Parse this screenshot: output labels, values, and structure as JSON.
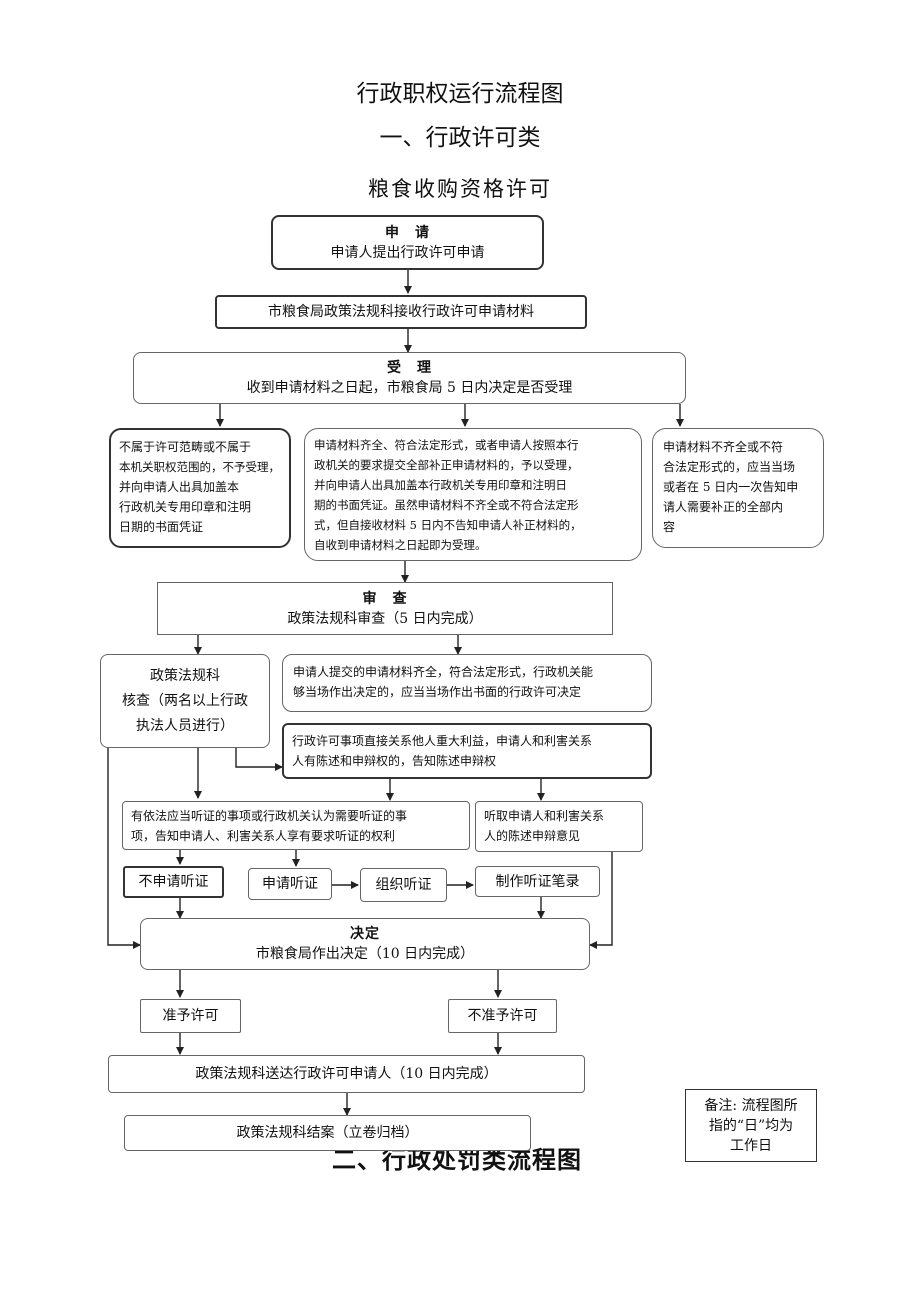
{
  "titles": {
    "main": "行政职权运行流程图",
    "category": "一、行政许可类",
    "subject": "粮食收购资格许可",
    "cut_heading": "二、行政处罚类流程图"
  },
  "boxes": {
    "apply": {
      "head": "申　请",
      "body": "申请人提出行政许可申请"
    },
    "receive": {
      "body": "市粮食局政策法规科接收行政许可申请材料"
    },
    "accept": {
      "head": "受　理",
      "body": "收到申请材料之日起，市粮食局 5 日内决定是否受理"
    },
    "reject_scope": {
      "lines": [
        "不属于许可范畴或不属于",
        "本机关职权范围的，不予受理，",
        "并向申请人出具加盖本",
        "行政机关专用印章和注明",
        "日期的书面凭证"
      ]
    },
    "accept_cond": {
      "lines": [
        "申请材料齐全、符合法定形式，或者申请人按照本行",
        "政机关的要求提交全部补正申请材料的，予以受理，",
        "并向申请人出具加盖本行政机关专用印章和注明日",
        "期的书面凭证。虽然申请材料不齐全或不符合法定形",
        "式，但自接收材料 5 日内不告知申请人补正材料的，",
        "自收到申请材料之日起即为受理。"
      ]
    },
    "incomplete": {
      "lines": [
        "申请材料不齐全或不符",
        "合法定形式的，应当当场",
        "或者在 5 日内一次告知申",
        "请人需要补正的全部内",
        "容"
      ]
    },
    "review": {
      "head": "审　查",
      "body": "政策法规科审查（5 日内完成）"
    },
    "verify": {
      "lines": [
        "政策法规科",
        "核查（两名以上行政",
        "执法人员进行）"
      ]
    },
    "onsite": {
      "lines": [
        "申请人提交的申请材料齐全，符合法定形式，行政机关能",
        "够当场作出决定的，应当当场作出书面的行政许可决定"
      ]
    },
    "interest": {
      "lines": [
        "行政许可事项直接关系他人重大利益，申请人和利害关系",
        "人有陈述和申辩权的，告知陈述申辩权"
      ]
    },
    "hearing_notice": {
      "lines": [
        "有依法应当听证的事项或行政机关认为需要听证的事",
        "项，告知申请人、利害关系人享有要求听证的权利"
      ]
    },
    "listen": {
      "lines": [
        "听取申请人和利害关系",
        "人的陈述申辩意见"
      ]
    },
    "no_hearing": {
      "body": "不申请听证"
    },
    "req_hearing": {
      "body": "申请听证"
    },
    "org_hearing": {
      "body": "组织听证"
    },
    "record": {
      "body": "制作听证笔录"
    },
    "decision": {
      "head": "决定",
      "body": "市粮食局作出决定（10 日内完成）"
    },
    "grant": {
      "body": "准予许可"
    },
    "deny": {
      "body": "不准予许可"
    },
    "deliver": {
      "body": "政策法规科送达行政许可申请人（10 日内完成）"
    },
    "close": {
      "body": "政策法规科结案（立卷归档）"
    }
  },
  "note": {
    "lines": [
      "备注: 流程图所",
      "指的“日”均为",
      "工作日"
    ]
  }
}
